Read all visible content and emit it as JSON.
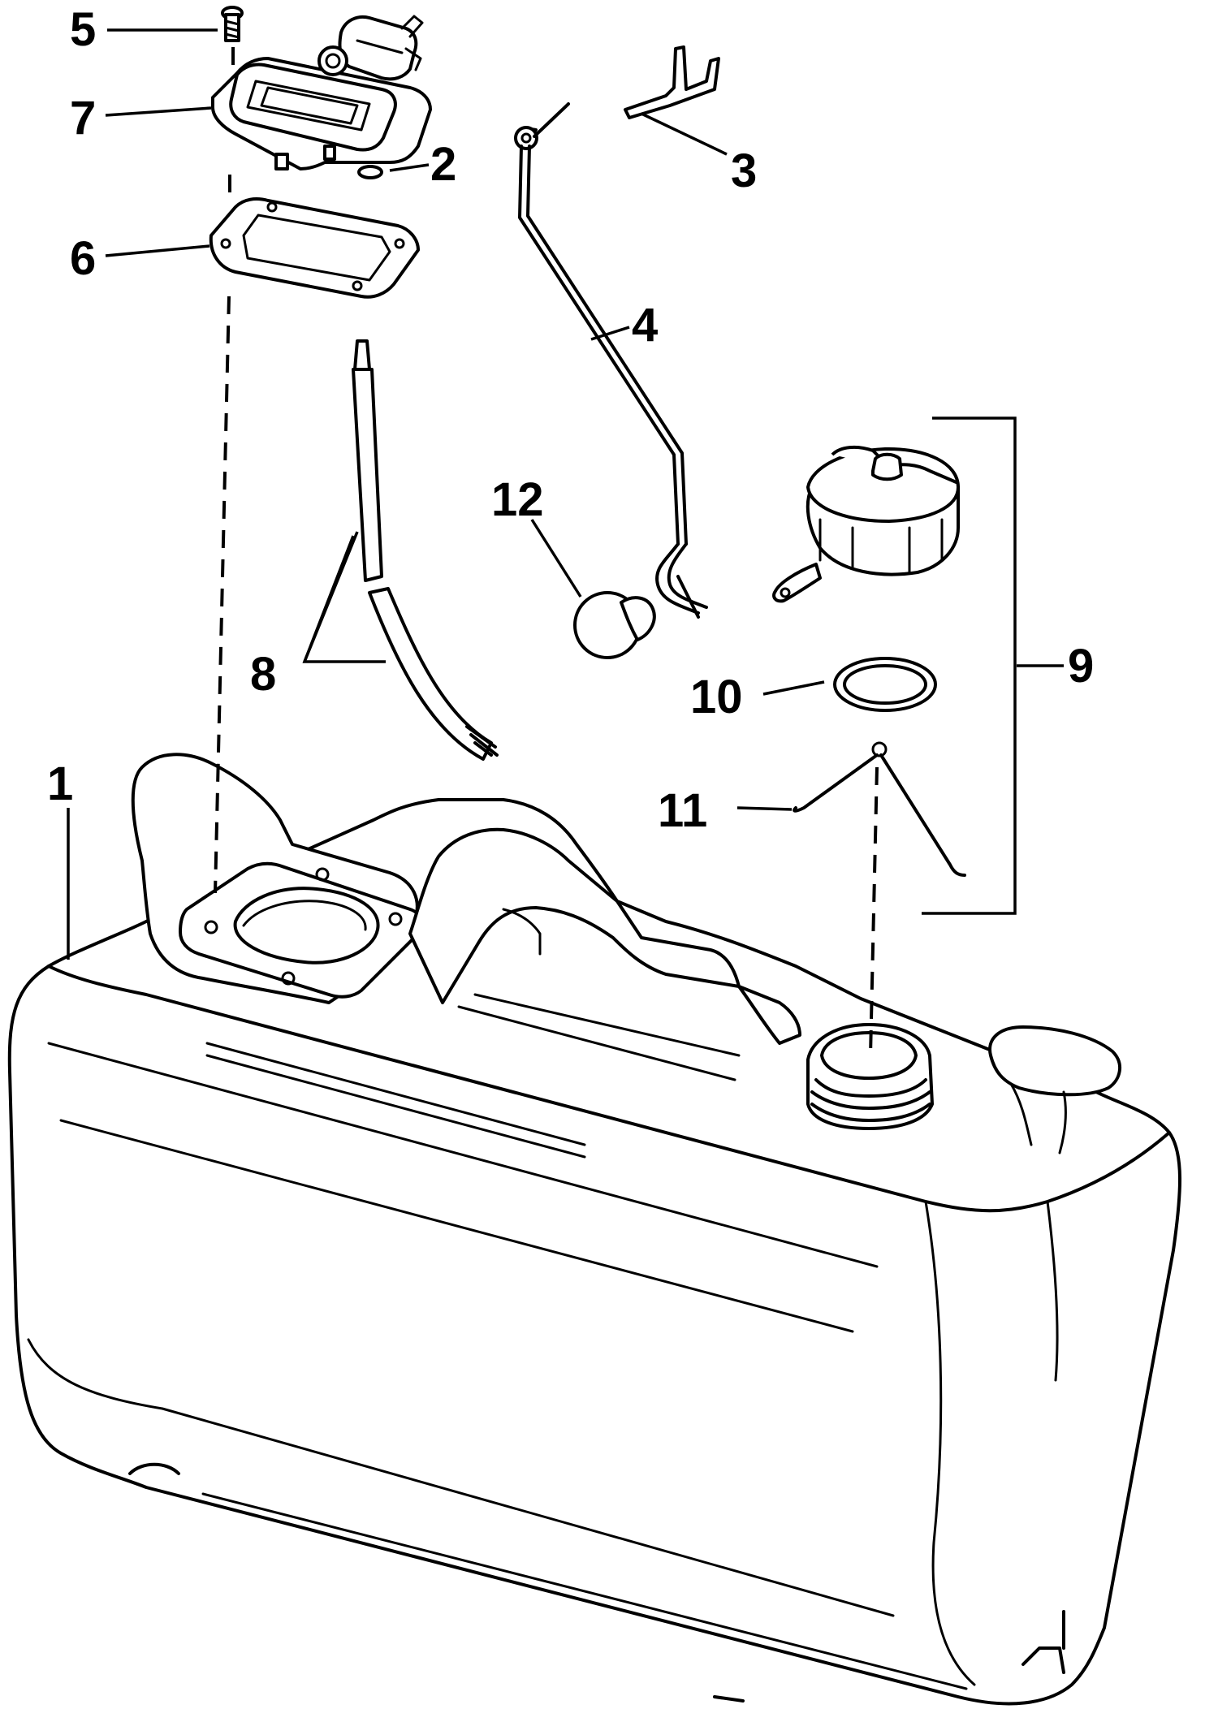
{
  "callouts": [
    {
      "id": "c1",
      "text": "1"
    },
    {
      "id": "c2",
      "text": "2"
    },
    {
      "id": "c3",
      "text": "3"
    },
    {
      "id": "c4",
      "text": "4"
    },
    {
      "id": "c5",
      "text": "5"
    },
    {
      "id": "c6",
      "text": "6"
    },
    {
      "id": "c7",
      "text": "7"
    },
    {
      "id": "c8",
      "text": "8"
    },
    {
      "id": "c9",
      "text": "9"
    },
    {
      "id": "c10",
      "text": "10"
    },
    {
      "id": "c11",
      "text": "11"
    },
    {
      "id": "c12",
      "text": "12"
    }
  ],
  "colors": {
    "line": "#000000",
    "background": "#ffffff"
  }
}
